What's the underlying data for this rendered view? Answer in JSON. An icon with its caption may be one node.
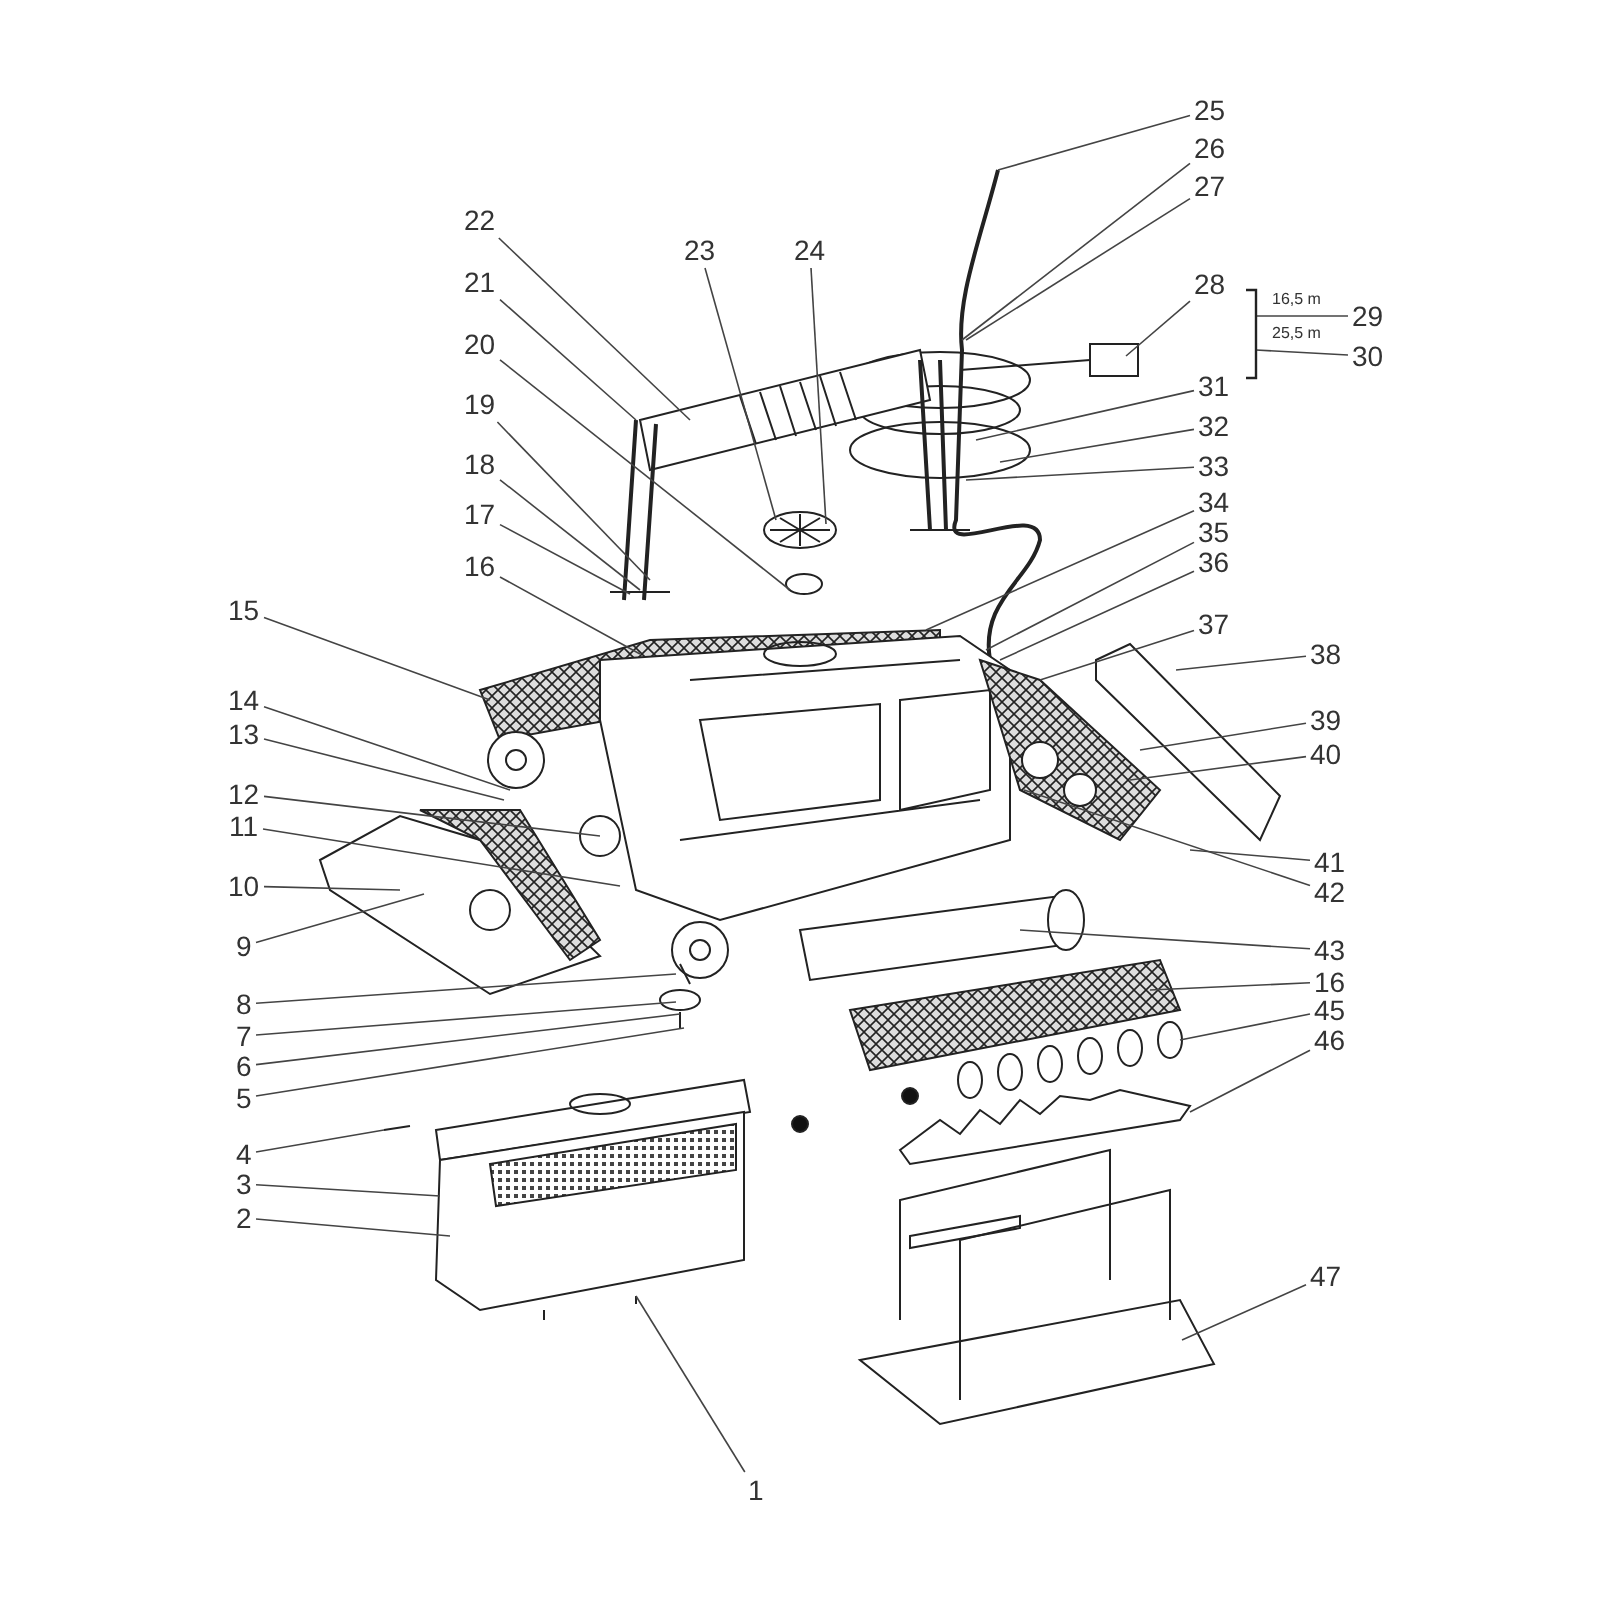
{
  "diagram": {
    "nodes": [
      {
        "text": [
          "1"
        ]
      },
      {
        "text": [
          "2"
        ]
      },
      {
        "text": [
          "3"
        ]
      },
      {
        "text": [
          "4"
        ]
      },
      {
        "text": [
          "5"
        ]
      },
      {
        "text": [
          "6"
        ]
      },
      {
        "text": [
          "7"
        ]
      },
      {
        "text": [
          "8"
        ]
      },
      {
        "text": [
          "9"
        ]
      },
      {
        "text": [
          "10"
        ]
      },
      {
        "text": [
          "11"
        ]
      },
      {
        "text": [
          "12"
        ]
      },
      {
        "text": [
          "13"
        ]
      },
      {
        "text": [
          "14"
        ]
      },
      {
        "text": [
          "15"
        ]
      },
      {
        "text": [
          "16"
        ]
      },
      {
        "text": [
          "17"
        ]
      },
      {
        "text": [
          "18"
        ]
      },
      {
        "text": [
          "19"
        ]
      },
      {
        "text": [
          "20"
        ]
      },
      {
        "text": [
          "21"
        ]
      },
      {
        "text": [
          "22"
        ]
      },
      {
        "text": [
          "23"
        ]
      },
      {
        "text": [
          "24"
        ]
      },
      {
        "text": [
          "25"
        ]
      },
      {
        "text": [
          "26"
        ]
      },
      {
        "text": [
          "27"
        ]
      },
      {
        "text": [
          "28"
        ]
      },
      {
        "text": [
          "29"
        ]
      },
      {
        "text": [
          "30"
        ]
      },
      {
        "text": [
          "31"
        ]
      },
      {
        "text": [
          "32"
        ]
      },
      {
        "text": [
          "33"
        ]
      },
      {
        "text": [
          "34"
        ]
      },
      {
        "text": [
          "35"
        ]
      },
      {
        "text": [
          "36"
        ]
      },
      {
        "text": [
          "37"
        ]
      },
      {
        "text": [
          "38"
        ]
      },
      {
        "text": [
          "39"
        ]
      },
      {
        "text": [
          "40"
        ]
      },
      {
        "text": [
          "41"
        ]
      },
      {
        "text": [
          "42"
        ]
      },
      {
        "text": [
          "43"
        ]
      },
      {
        "text": [
          "16"
        ]
      },
      {
        "text": [
          "45"
        ]
      },
      {
        "text": [
          "46"
        ]
      },
      {
        "text": [
          "47"
        ]
      },
      {
        "text": [],
        "shape": "bar"
      }
    ],
    "edges": [
      {
        "from": 0,
        "to": null,
        "arrow": "none"
      },
      {
        "from": 1,
        "to": null,
        "arrow": "none"
      },
      {
        "from": 2,
        "to": null,
        "arrow": "none"
      },
      {
        "from": 3,
        "to": null,
        "arrow": "none"
      },
      {
        "from": 4,
        "to": null,
        "arrow": "none"
      },
      {
        "from": 5,
        "to": null,
        "arrow": "none"
      },
      {
        "from": 6,
        "to": null,
        "arrow": "none"
      },
      {
        "from": 7,
        "to": null,
        "arrow": "none"
      },
      {
        "from": 8,
        "to": null,
        "arrow": "none"
      },
      {
        "from": 9,
        "to": null,
        "arrow": "none"
      },
      {
        "from": 10,
        "to": null,
        "arrow": "none"
      },
      {
        "from": 11,
        "to": null,
        "arrow": "none"
      },
      {
        "from": 12,
        "to": null,
        "arrow": "none"
      },
      {
        "from": 13,
        "to": null,
        "arrow": "none"
      },
      {
        "from": 14,
        "to": null,
        "arrow": "none"
      },
      {
        "from": 15,
        "to": null,
        "arrow": "none"
      },
      {
        "from": 16,
        "to": null,
        "arrow": "none"
      },
      {
        "from": 17,
        "to": null,
        "arrow": "none"
      },
      {
        "from": 18,
        "to": null,
        "arrow": "none"
      },
      {
        "from": 19,
        "to": null,
        "arrow": "none"
      },
      {
        "from": 20,
        "to": null,
        "arrow": "none"
      },
      {
        "from": 21,
        "to": null,
        "arrow": "none"
      },
      {
        "from": 22,
        "to": null,
        "arrow": "none"
      },
      {
        "from": 23,
        "to": null,
        "arrow": "none"
      },
      {
        "from": 24,
        "to": null,
        "arrow": "none"
      },
      {
        "from": 25,
        "to": null,
        "arrow": "none"
      },
      {
        "from": 26,
        "to": null,
        "arrow": "none"
      },
      {
        "from": 27,
        "to": null,
        "arrow": "none"
      },
      {
        "from": 28,
        "to": 47,
        "arrow": "none"
      },
      {
        "from": 29,
        "to": 47,
        "arrow": "none"
      },
      {
        "from": 30,
        "to": null,
        "arrow": "none"
      },
      {
        "from": 31,
        "to": null,
        "arrow": "none"
      },
      {
        "from": 32,
        "to": null,
        "arrow": "none"
      },
      {
        "from": 33,
        "to": null,
        "arrow": "none"
      },
      {
        "from": 34,
        "to": null,
        "arrow": "none"
      },
      {
        "from": 35,
        "to": null,
        "arrow": "none"
      },
      {
        "from": 36,
        "to": null,
        "arrow": "none"
      },
      {
        "from": 37,
        "to": null,
        "arrow": "none"
      },
      {
        "from": 38,
        "to": null,
        "arrow": "none"
      },
      {
        "from": 39,
        "to": null,
        "arrow": "none"
      },
      {
        "from": 40,
        "to": null,
        "arrow": "none"
      },
      {
        "from": 41,
        "to": null,
        "arrow": "none"
      },
      {
        "from": 42,
        "to": null,
        "arrow": "none"
      },
      {
        "from": 43,
        "to": null,
        "arrow": "none"
      },
      {
        "from": 44,
        "to": null,
        "arrow": "none"
      },
      {
        "from": 45,
        "to": null,
        "arrow": "none"
      },
      {
        "from": 46,
        "to": null,
        "arrow": "none"
      }
    ],
    "labels": [
      "16,5 m",
      "25,5 m"
    ]
  }
}
